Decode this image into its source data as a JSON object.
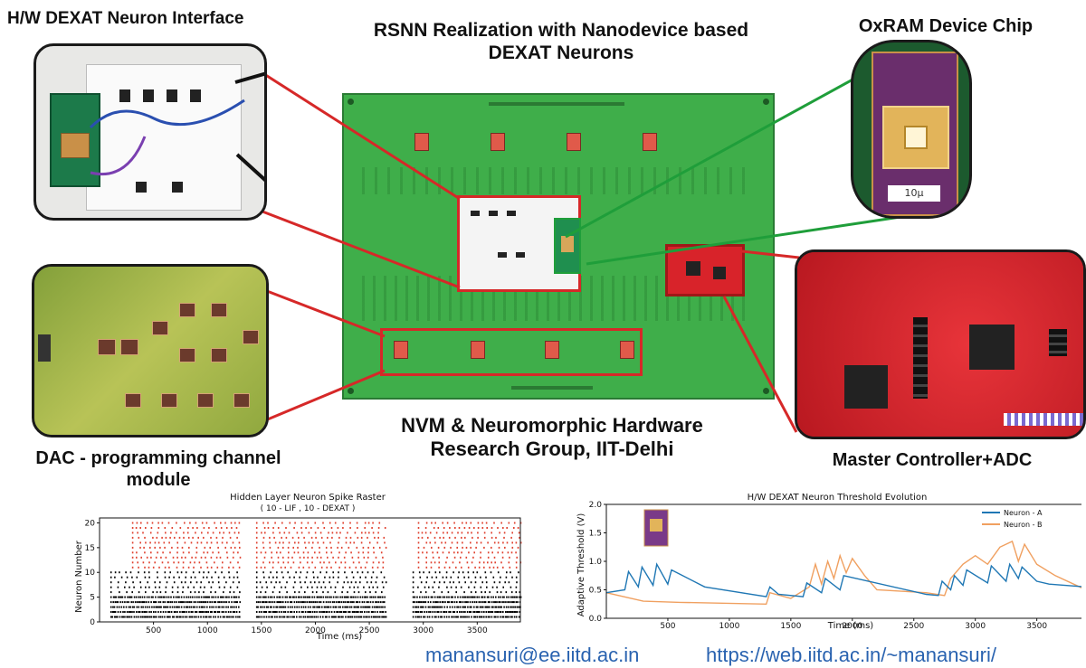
{
  "headings": {
    "neuron_interface": "H/W DEXAT Neuron Interface",
    "rsnn_title_line1": "RSNN Realization with Nanodevice based",
    "rsnn_title_line2": "DEXAT Neurons",
    "oxram_chip": "OxRAM Device Chip",
    "dac_line1": "DAC - programming channel",
    "dac_line2": "module",
    "group_line1": "NVM & Neuromorphic Hardware",
    "group_line2": "Research Group, IIT-Delhi",
    "master_controller": "Master Controller+ADC"
  },
  "chip_label": "10µ",
  "links": {
    "email": "manansuri@ee.iitd.ac.in",
    "website": "https://web.iitd.ac.in/~manansuri/"
  },
  "colors": {
    "board_green": "#3fae4a",
    "callout_red": "#d62828",
    "callout_green": "#1f9e3a",
    "controller_red": "#d8232a",
    "lif_red": "#e0412f",
    "neuron_a_blue": "#1f77b4",
    "neuron_b_orange": "#f0a060",
    "link_blue": "#2a63b0"
  },
  "chart_data": [
    {
      "type": "scatter",
      "title": "Hidden Layer Neuron Spike Raster",
      "subtitle": "( 10 - LIF , 10 - DEXAT )",
      "xlabel": "Time (ms)",
      "ylabel": "Neuron Number",
      "xlim": [
        0,
        3900
      ],
      "ylim": [
        0,
        21
      ],
      "xticks": [
        "500",
        "1000",
        "1500",
        "2000",
        "2500",
        "3000",
        "3500"
      ],
      "yticks": [
        "0",
        "5",
        "10",
        "15",
        "20"
      ],
      "series": [
        {
          "color": "#e0412f",
          "neurons": [
            11,
            20
          ],
          "segments": [
            [
              300,
              1300
            ],
            [
              1450,
              2650
            ],
            [
              2950,
              3900
            ]
          ]
        },
        {
          "color": "#000000",
          "neurons": [
            1,
            10
          ],
          "segments": [
            [
              100,
              1300
            ],
            [
              1450,
              2650
            ],
            [
              2900,
              3900
            ]
          ]
        }
      ]
    },
    {
      "type": "line",
      "title": "H/W DEXAT Neuron Threshold Evolution",
      "xlabel": "Time (ms)",
      "ylabel": "Adaptive Threshold (V)",
      "xlim": [
        0,
        3900
      ],
      "ylim": [
        0.0,
        2.0
      ],
      "xticks": [
        "500",
        "1000",
        "1500",
        "2000",
        "2500",
        "3000",
        "3500"
      ],
      "yticks": [
        "0.0",
        "0.5",
        "1.0",
        "1.5",
        "2.0"
      ],
      "legend": "top-right",
      "series": [
        {
          "name": "Neuron - A",
          "color": "#1f77b4",
          "x": [
            0,
            150,
            180,
            260,
            290,
            380,
            410,
            500,
            530,
            800,
            1300,
            1330,
            1400,
            1600,
            1630,
            1750,
            1780,
            1900,
            1930,
            2600,
            2700,
            2730,
            2800,
            2830,
            2900,
            2930,
            3100,
            3130,
            3250,
            3280,
            3350,
            3380,
            3500,
            3600,
            3900
          ],
          "y": [
            0.45,
            0.5,
            0.82,
            0.55,
            0.9,
            0.58,
            0.95,
            0.6,
            0.85,
            0.55,
            0.38,
            0.55,
            0.42,
            0.38,
            0.62,
            0.45,
            0.7,
            0.5,
            0.75,
            0.42,
            0.4,
            0.65,
            0.5,
            0.75,
            0.58,
            0.85,
            0.62,
            0.92,
            0.65,
            0.95,
            0.7,
            0.9,
            0.65,
            0.6,
            0.55
          ]
        },
        {
          "name": "Neuron - B",
          "color": "#f0a060",
          "x": [
            0,
            300,
            600,
            1300,
            1330,
            1500,
            1650,
            1700,
            1750,
            1800,
            1850,
            1900,
            1950,
            2000,
            2100,
            2200,
            2600,
            2750,
            2800,
            2900,
            3000,
            3100,
            3200,
            3300,
            3350,
            3400,
            3500,
            3650,
            3900
          ],
          "y": [
            0.45,
            0.3,
            0.28,
            0.25,
            0.45,
            0.35,
            0.55,
            0.95,
            0.6,
            1.0,
            0.7,
            1.1,
            0.8,
            1.05,
            0.75,
            0.5,
            0.45,
            0.4,
            0.7,
            0.95,
            1.1,
            0.95,
            1.25,
            1.35,
            1.0,
            1.3,
            0.95,
            0.75,
            0.5
          ]
        }
      ]
    }
  ]
}
